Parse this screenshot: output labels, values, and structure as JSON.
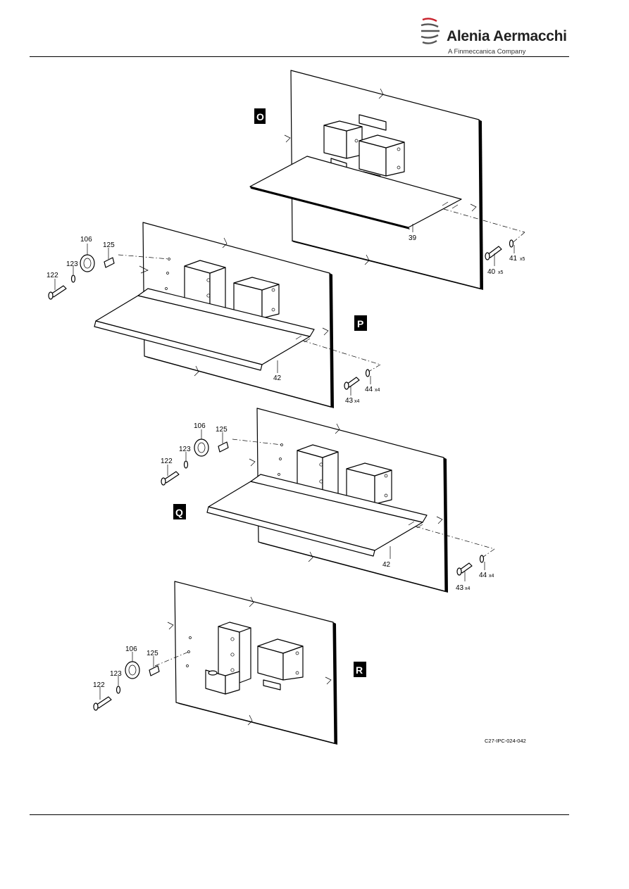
{
  "header": {
    "brand_name": "Alenia Aermacchi",
    "brand_subtitle": "A Finmeccanica Company"
  },
  "figure": {
    "code": "C27-IPC-024-042",
    "views": [
      {
        "letter": "O",
        "callouts": [
          {
            "text": "39"
          },
          {
            "text": "40",
            "qty": "x5"
          },
          {
            "text": "41",
            "qty": "x5"
          }
        ]
      },
      {
        "letter": "P",
        "callouts": [
          {
            "text": "106"
          },
          {
            "text": "125"
          },
          {
            "text": "123"
          },
          {
            "text": "122"
          },
          {
            "text": "42"
          },
          {
            "text": "43",
            "qty": "x4"
          },
          {
            "text": "44",
            "qty": "x4"
          }
        ]
      },
      {
        "letter": "Q",
        "callouts": [
          {
            "text": "106"
          },
          {
            "text": "125"
          },
          {
            "text": "123"
          },
          {
            "text": "122"
          },
          {
            "text": "42"
          },
          {
            "text": "43",
            "qty": "x4"
          },
          {
            "text": "44",
            "qty": "x4"
          }
        ]
      },
      {
        "letter": "R",
        "callouts": [
          {
            "text": "106"
          },
          {
            "text": "125"
          },
          {
            "text": "123"
          },
          {
            "text": "122"
          }
        ]
      }
    ]
  }
}
